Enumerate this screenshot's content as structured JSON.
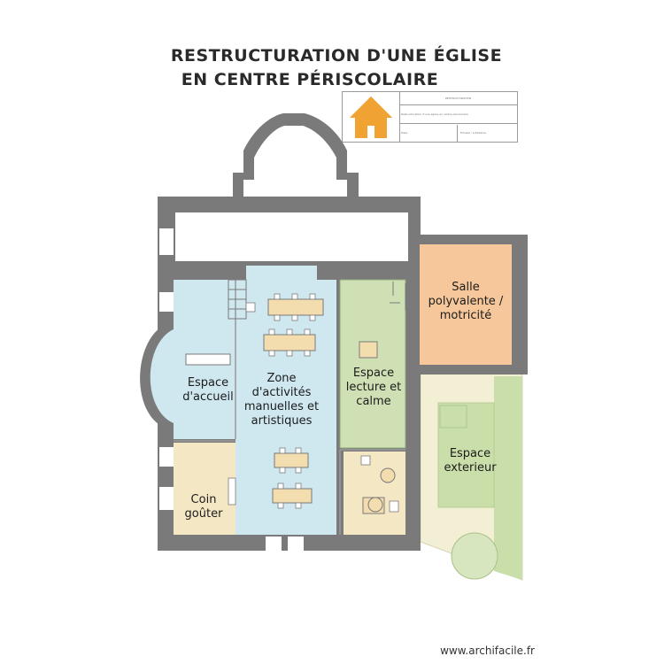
{
  "title": {
    "line1": "RESTRUCTURATION D'UNE ÉGLISE",
    "line2": "EN CENTRE PÉRISCOLAIRE"
  },
  "cartouche": {
    "header": "RESTRUCTURATION",
    "description": "Restructuration d'une église en centre périscolaire",
    "left_cell": "Date",
    "right_cell": "Echelle : 1/100eme",
    "logo_icon": "house-logo-icon"
  },
  "rooms": {
    "accueil": "Espace d'accueil",
    "activites": "Zone d'activités manuelles et artistiques",
    "lecture": "Espace lecture et calme",
    "polyvalente": "Salle polyvalente / motricité",
    "gouter": "Coin goûter",
    "exterieur": "Espace exterieur"
  },
  "colors": {
    "wall": "#7a7a7a",
    "accueil": "#cfe7ee",
    "activites": "#cfe7ee",
    "lecture": "#cfe0b4",
    "polyvalente": "#f5c79a",
    "gouter": "#f4e7c4",
    "storage": "#f4e7c4",
    "exterieur": "#f3efd4",
    "garden": "#c9dea9",
    "furniture": "#f3dcae",
    "logo": "#f0a233"
  },
  "watermark": "www.archifacile.fr"
}
